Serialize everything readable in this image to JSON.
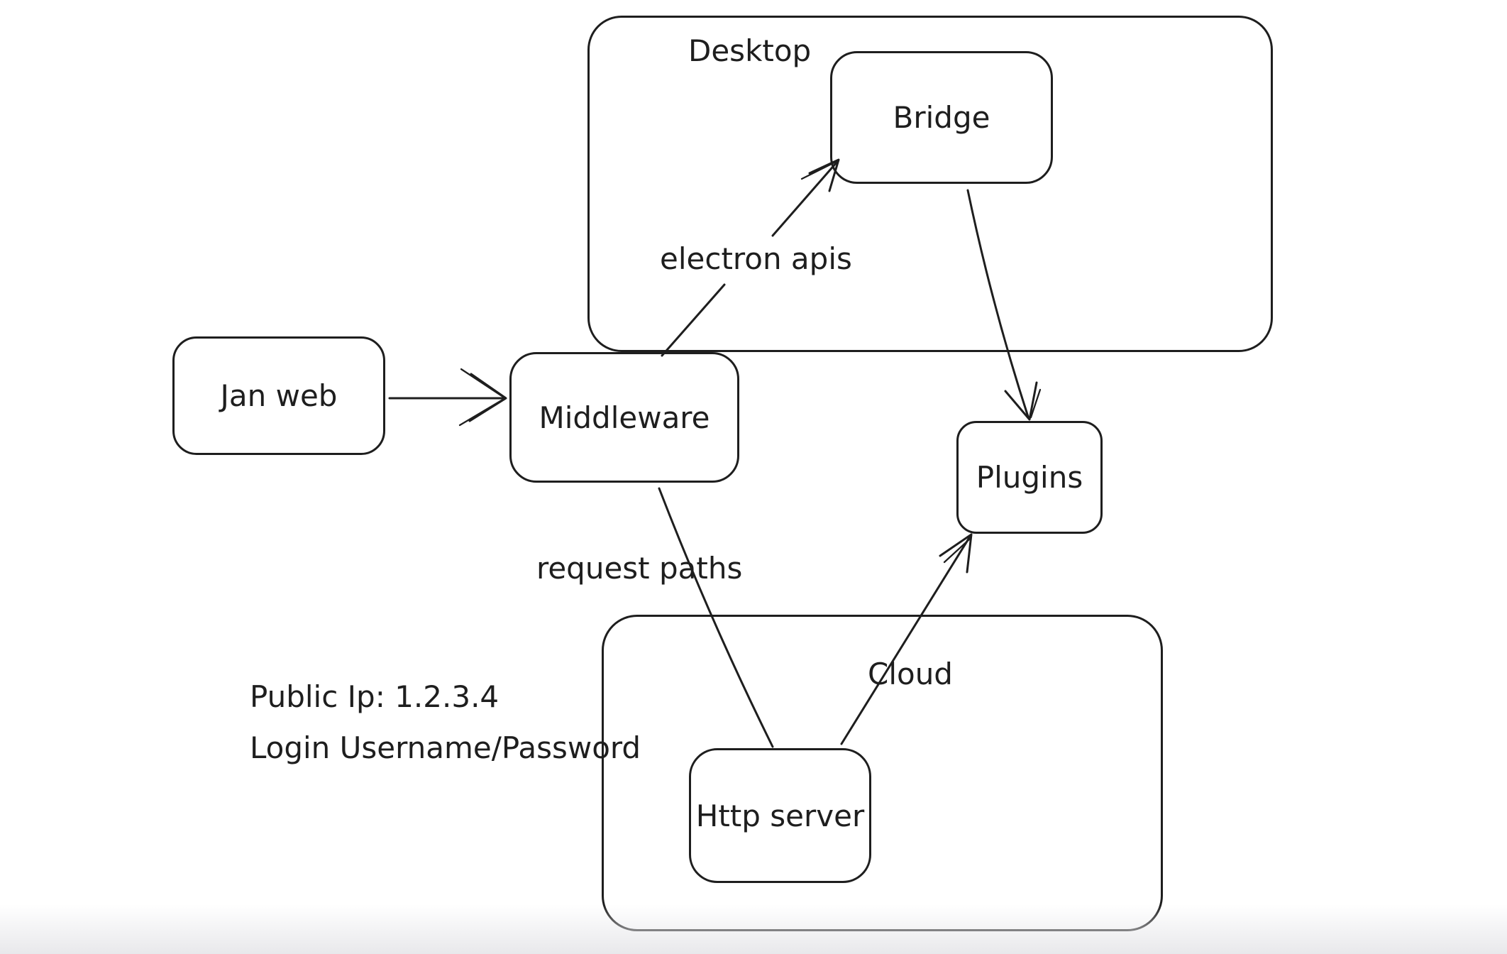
{
  "canvas": {
    "background_color": "#ffffff",
    "stroke_color": "#1e1e1e"
  },
  "containers": [
    {
      "id": "desktop",
      "label": "Desktop"
    },
    {
      "id": "cloud",
      "label": "Cloud"
    }
  ],
  "nodes": [
    {
      "id": "jan-web",
      "label": "Jan web"
    },
    {
      "id": "middleware",
      "label": "Middleware"
    },
    {
      "id": "bridge",
      "label": "Bridge"
    },
    {
      "id": "plugins",
      "label": "Plugins"
    },
    {
      "id": "http-server",
      "label": "Http server"
    }
  ],
  "edges": [
    {
      "id": "jan-web-to-middleware",
      "from": "Jan web",
      "to": "Middleware",
      "label": ""
    },
    {
      "id": "middleware-to-bridge",
      "from": "Middleware",
      "to": "Bridge",
      "label": "electron apis"
    },
    {
      "id": "bridge-to-plugins",
      "from": "Bridge",
      "to": "Plugins",
      "label": ""
    },
    {
      "id": "middleware-to-http-server",
      "from": "Middleware",
      "to": "Http server",
      "label": "request paths"
    },
    {
      "id": "http-server-to-plugins",
      "from": "Http server",
      "to": "Plugins",
      "label": ""
    }
  ],
  "notes": {
    "line1": "Public Ip: 1.2.3.4",
    "line2": "Login Username/Password"
  }
}
